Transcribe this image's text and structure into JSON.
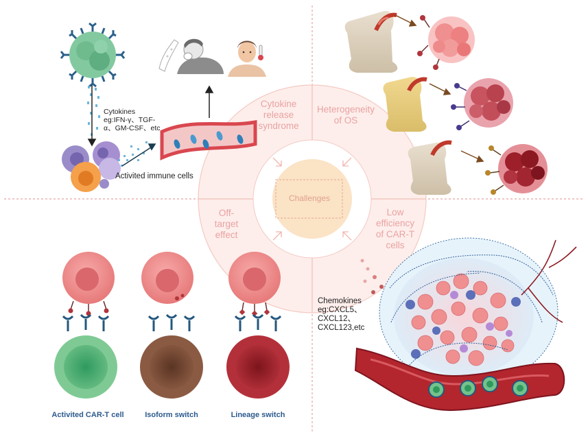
{
  "center": {
    "label": "Challenges"
  },
  "quadrants": {
    "crs": "Cytokine\nrelease\nsyndrome",
    "heterogeneity": "Heterogeneity\nof OS",
    "off_target": "Off-\ntarget\neffect",
    "low_efficiency": "Low\nefficiency\nof CAR-T\ncells"
  },
  "notes": {
    "cytokines": "Cytokines\neg:IFN-γ、TGF-\nα、GM-CSF、etc",
    "activated_immune": "Activited immune cells",
    "chemokines": "Chemokines\neg:CXCL5、\nCXCL12、\nCXCL123,etc"
  },
  "captions": {
    "car_t": "Activited CAR-T cell",
    "isoform": "Isoform switch",
    "lineage": "Lineage switch"
  },
  "colors": {
    "ring": "#fbe3df",
    "ring_line": "#f3c4bd",
    "center_fill": "#fbe4c8",
    "divider": "#e7a3a3",
    "tumor_pink": "#f08f8f",
    "vessel": "#c0392b",
    "tcell_green": "#6cc08a",
    "tcell_brown": "#7a4b35",
    "tcell_red": "#a8242b",
    "receptor": "#24577d"
  },
  "icons": [
    "car-t-cell-icon",
    "cough-person-icon",
    "fever-person-icon",
    "thermometer-icon",
    "bone-icon",
    "tumor-cell-icon",
    "t-cell-icon",
    "blood-vessel-icon",
    "immune-cells-icon",
    "arrow-icon"
  ]
}
